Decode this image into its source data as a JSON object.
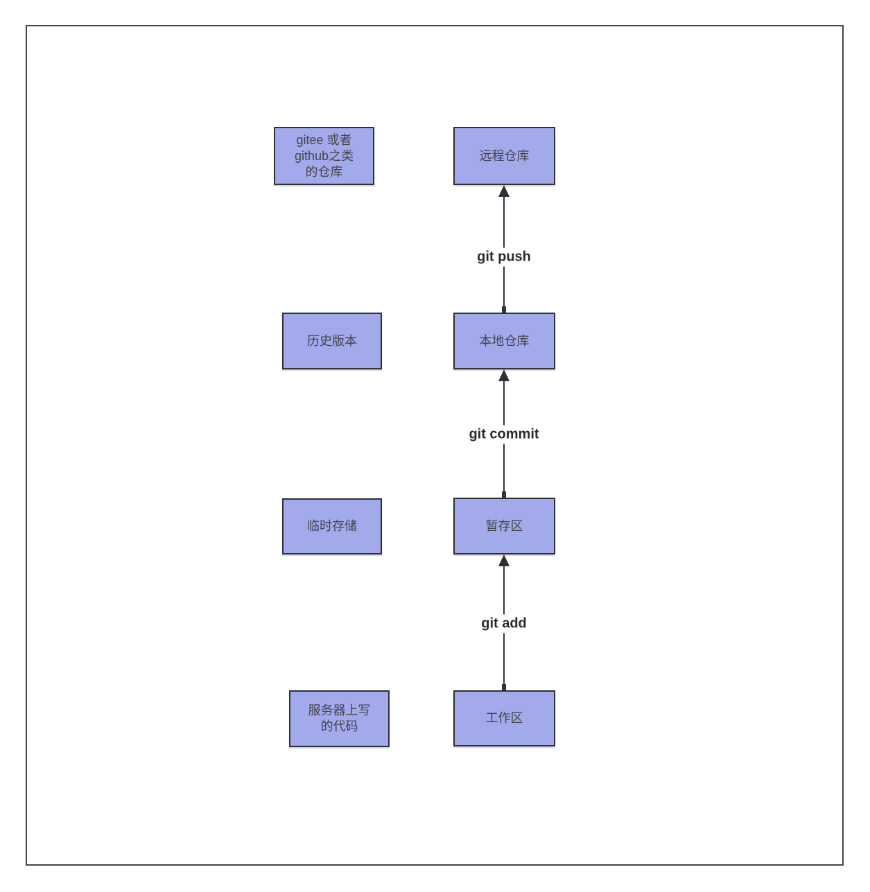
{
  "diagram": {
    "title_hint": "git workflow diagram",
    "rows": [
      {
        "left": {
          "label": "gitee 或者\ngithub之类\n的仓库"
        },
        "right": {
          "label": "远程仓库"
        }
      },
      {
        "left": {
          "label": "历史版本"
        },
        "right": {
          "label": "本地仓库"
        }
      },
      {
        "left": {
          "label": "临时存储"
        },
        "right": {
          "label": "暂存区"
        }
      },
      {
        "left": {
          "label": "服务器上写\n的代码"
        },
        "right": {
          "label": "工作区"
        }
      }
    ],
    "arrows": [
      {
        "label": "git push",
        "from": "本地仓库",
        "to": "远程仓库"
      },
      {
        "label": "git commit",
        "from": "暂存区",
        "to": "本地仓库"
      },
      {
        "label": "git add",
        "from": "工作区",
        "to": "暂存区"
      }
    ],
    "colors": {
      "background": "#ffffff",
      "box_fill": "#a2aaeb",
      "box_border": "#2f3038",
      "box_text": "#44444c",
      "frame_border": "#3d444c",
      "arrow": "#33333b",
      "arrow_label_text": "#2b2b2f"
    }
  }
}
